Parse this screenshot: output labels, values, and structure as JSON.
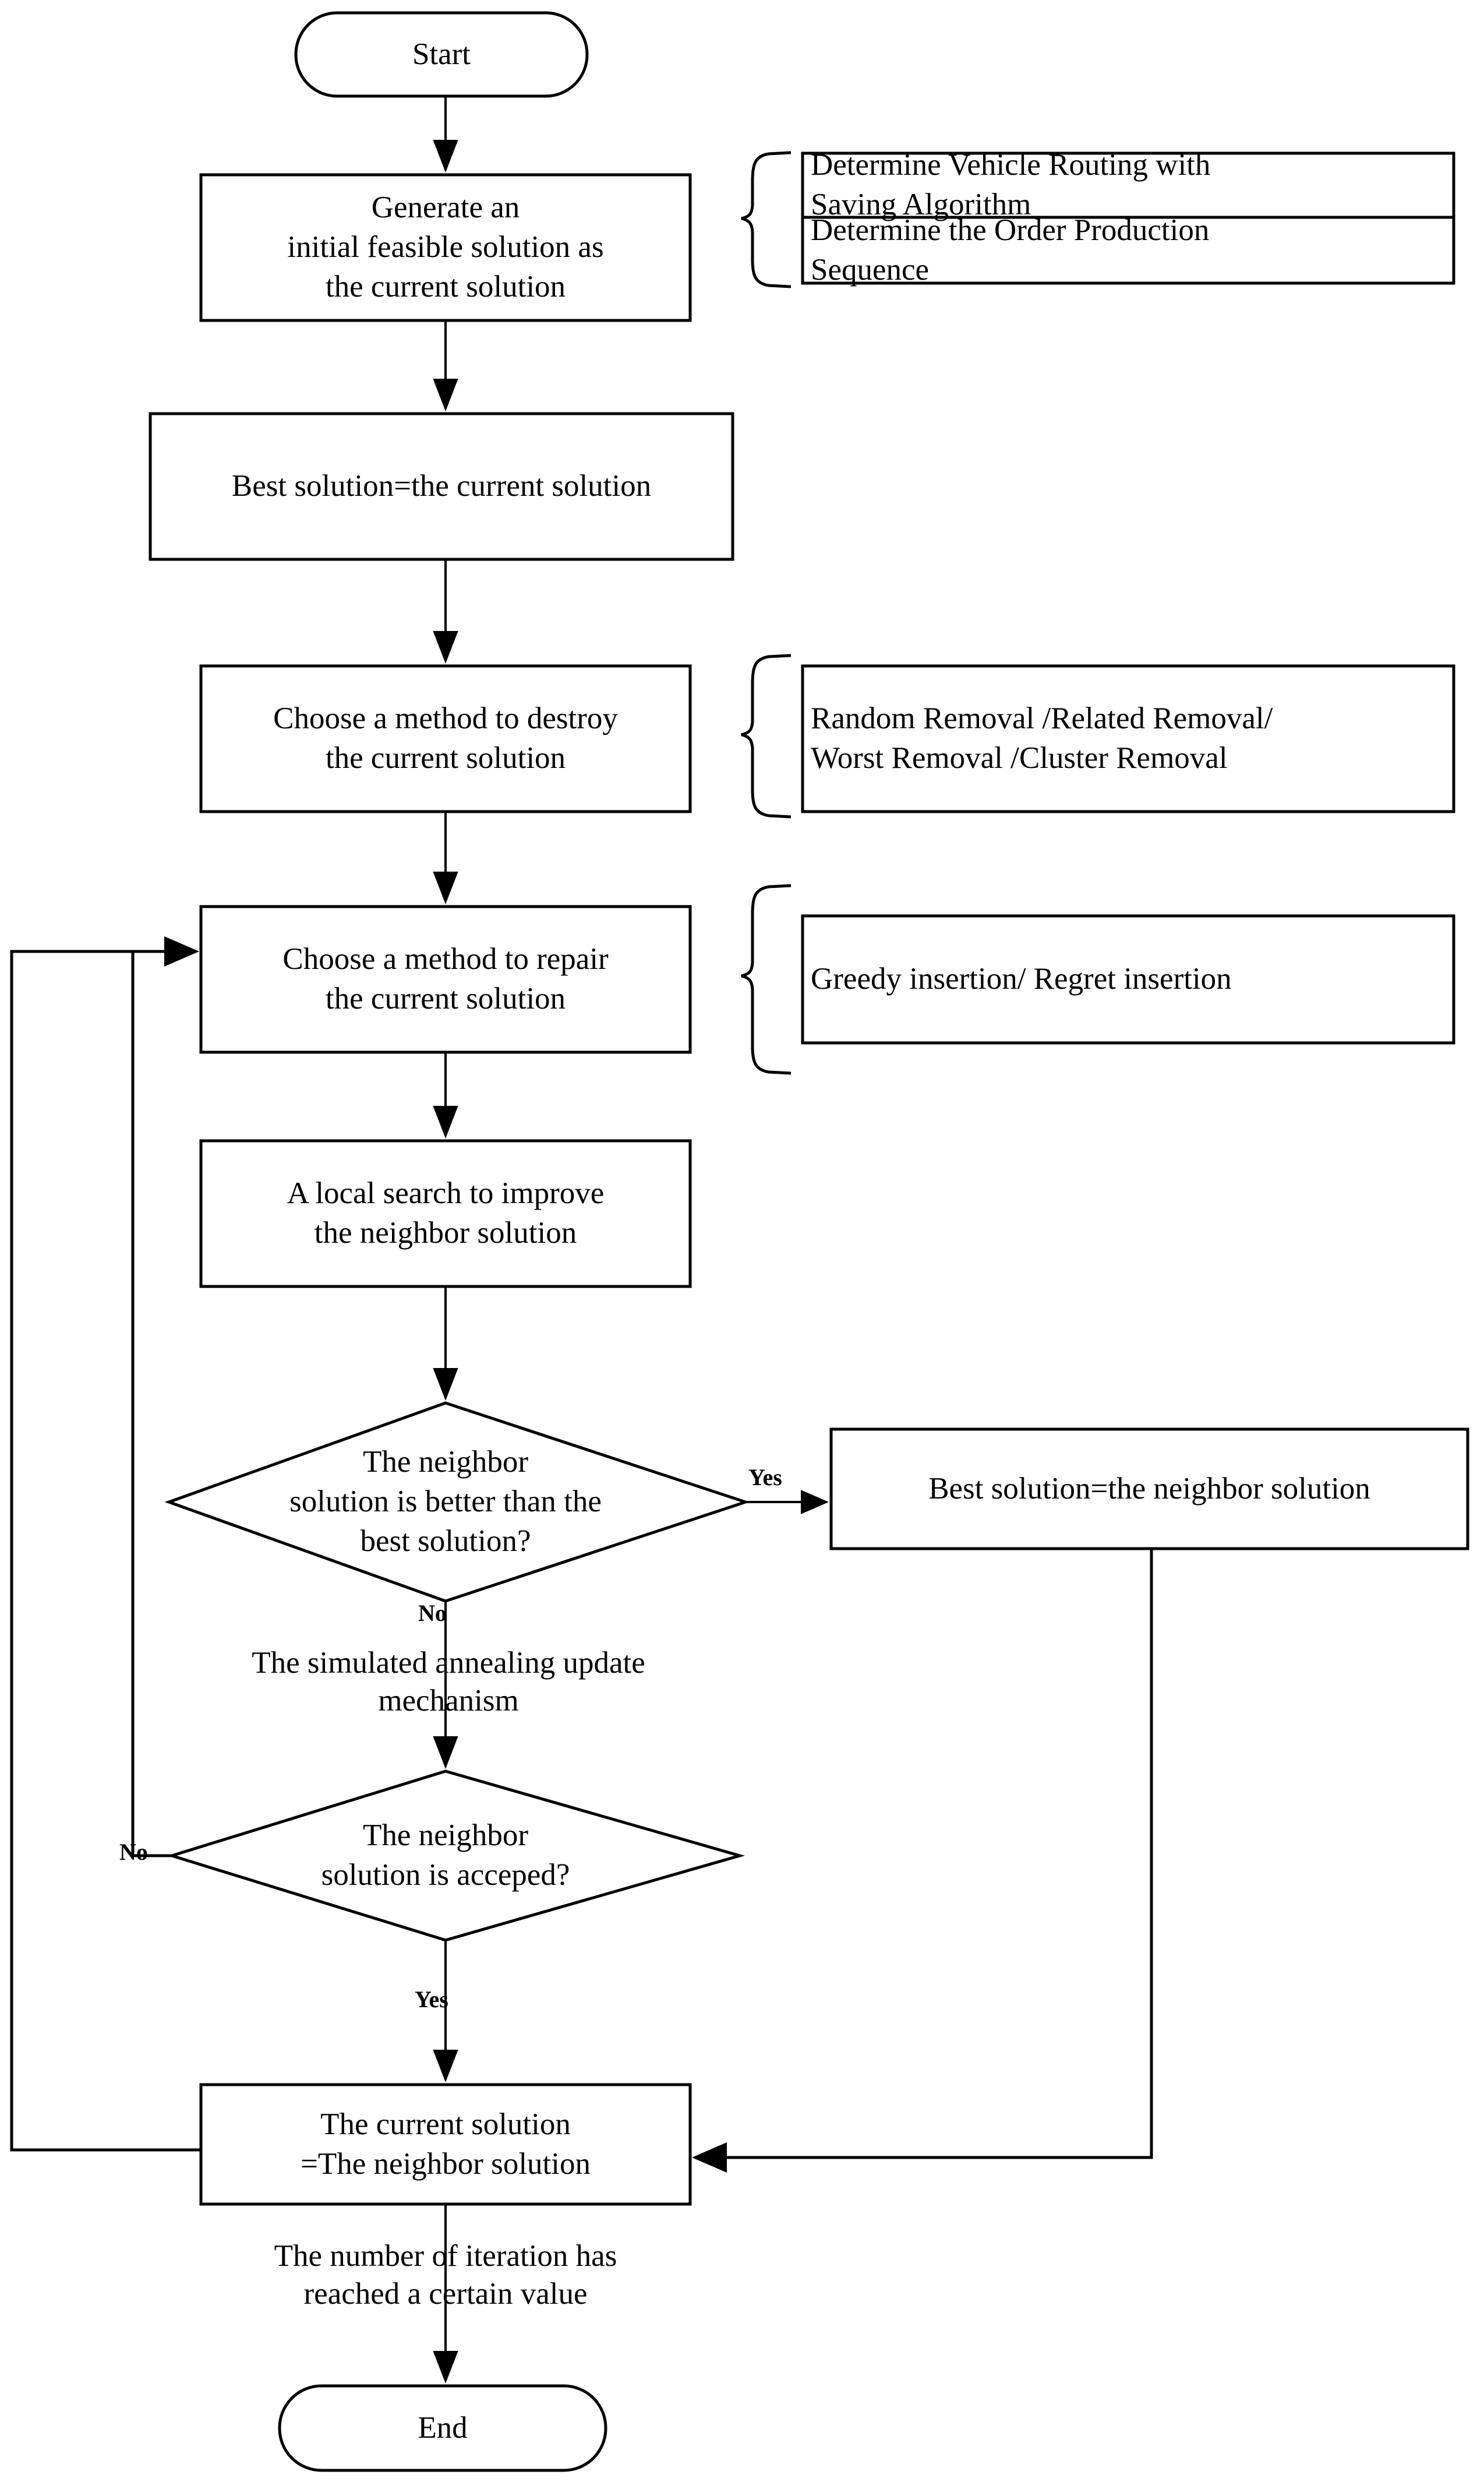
{
  "diagram": {
    "title": "ALNS with Simulated Annealing Flowchart",
    "stroke_color": "#000000",
    "fill_color": "#ffffff",
    "background": "#ffffff"
  },
  "nodes": {
    "start": {
      "label": "Start",
      "shape": "terminator"
    },
    "generate_initial": {
      "label": "Generate an\ninitial feasible solution as\nthe current solution",
      "shape": "process"
    },
    "best_eq_current": {
      "label": "Best solution=the current solution",
      "shape": "process"
    },
    "choose_destroy": {
      "label": "Choose a method to destroy\nthe current solution",
      "shape": "process"
    },
    "choose_repair": {
      "label": "Choose a method to repair\nthe current solution",
      "shape": "process"
    },
    "local_search": {
      "label": "A local search to improve\nthe neighbor solution",
      "shape": "process"
    },
    "decision_better": {
      "label": "The neighbor\nsolution is  better than the\nbest solution?",
      "shape": "decision"
    },
    "best_eq_neighbor": {
      "label": "Best solution=the neighbor solution",
      "shape": "process"
    },
    "decision_accepted": {
      "label": "The neighbor\nsolution is  acceped?",
      "shape": "decision"
    },
    "current_eq_neighbor": {
      "label": "The current solution\n=The neighbor solution",
      "shape": "process"
    },
    "end": {
      "label": "End",
      "shape": "terminator"
    }
  },
  "annotations": {
    "initial_solution": {
      "items": [
        "Determine Vehicle Routing with\nSaving Algorithm",
        "Determine the Order Production\nSequence"
      ]
    },
    "destroy_methods": {
      "items": [
        "Random Removal /Related Removal/\nWorst Removal /Cluster Removal"
      ]
    },
    "repair_methods": {
      "items": [
        "Greedy insertion/ Regret insertion"
      ]
    }
  },
  "free_text": {
    "simulated_annealing": "The simulated annealing update\nmechanism",
    "iteration_count": "The number of iteration has\nreached a certain value"
  },
  "edge_labels": {
    "better_yes": "Yes",
    "better_no": "No",
    "accepted_no": "No",
    "accepted_yes": "Yes"
  }
}
